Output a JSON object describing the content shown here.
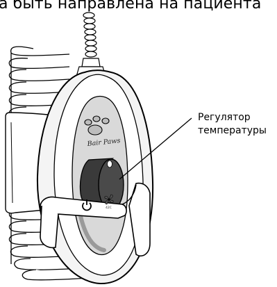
{
  "top_caption": "а быть направлена на пациента",
  "callout": {
    "line1": "Регулятор",
    "line2": "температуры"
  },
  "device": {
    "brand_label": "Bair Paws",
    "fan_small_label": "42C"
  },
  "icons": {
    "power": "power-icon",
    "fan": "fan-icon"
  },
  "colors": {
    "ink": "#000000",
    "shell": "#f2f2f2",
    "panel": "#d9d9d9",
    "knob": "#3a3a3a"
  }
}
